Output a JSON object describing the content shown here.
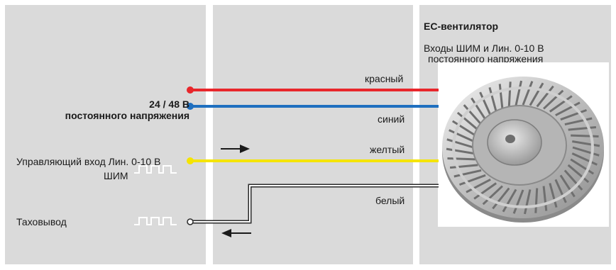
{
  "fan": {
    "title": "EC-вентилятор",
    "inputs_line1": "Входы ШИМ и Лин. 0-10 В",
    "inputs_line2": "постоянного напряжения"
  },
  "supply": {
    "voltage": "24 / 48 В",
    "type": "постоянного напряжения"
  },
  "control_input": {
    "line1": "Управляющий вход Лин. 0-10 В",
    "line2": "ШИМ"
  },
  "tacho_output": {
    "label": "Таховывод"
  },
  "wires": [
    {
      "label": "красный",
      "color": "#e8262b"
    },
    {
      "label": "синий",
      "color": "#1f6fbf"
    },
    {
      "label": "желтый",
      "color": "#f5e400"
    },
    {
      "label": "белый",
      "color": "#ffffff"
    }
  ]
}
